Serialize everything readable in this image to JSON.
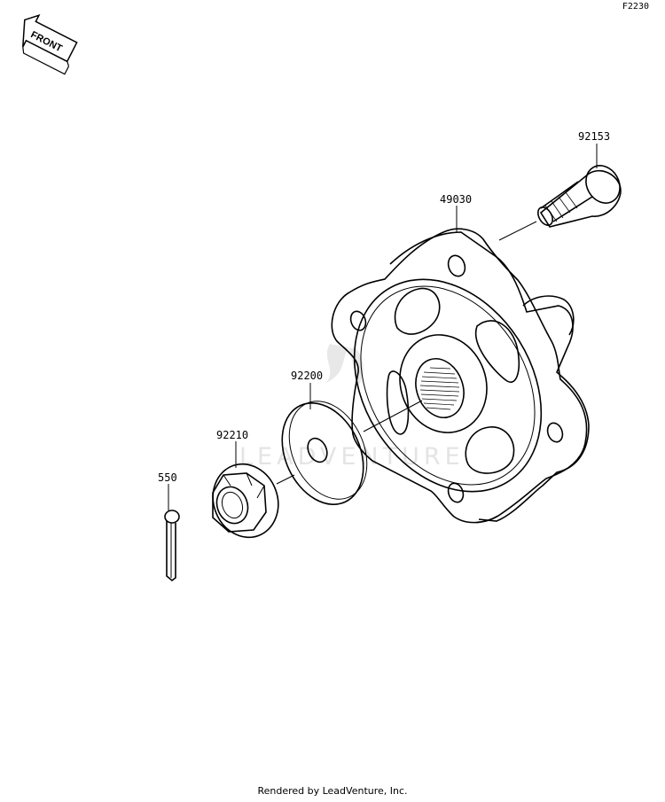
{
  "diagram_code": "F2230",
  "front_label": "FRONT",
  "watermark": "LEADVENTURE",
  "footer": "Rendered by LeadVenture, Inc.",
  "callouts": {
    "hub": "49030",
    "stud": "92153",
    "washer": "92200",
    "nut": "92210",
    "cotter_pin": "550"
  }
}
